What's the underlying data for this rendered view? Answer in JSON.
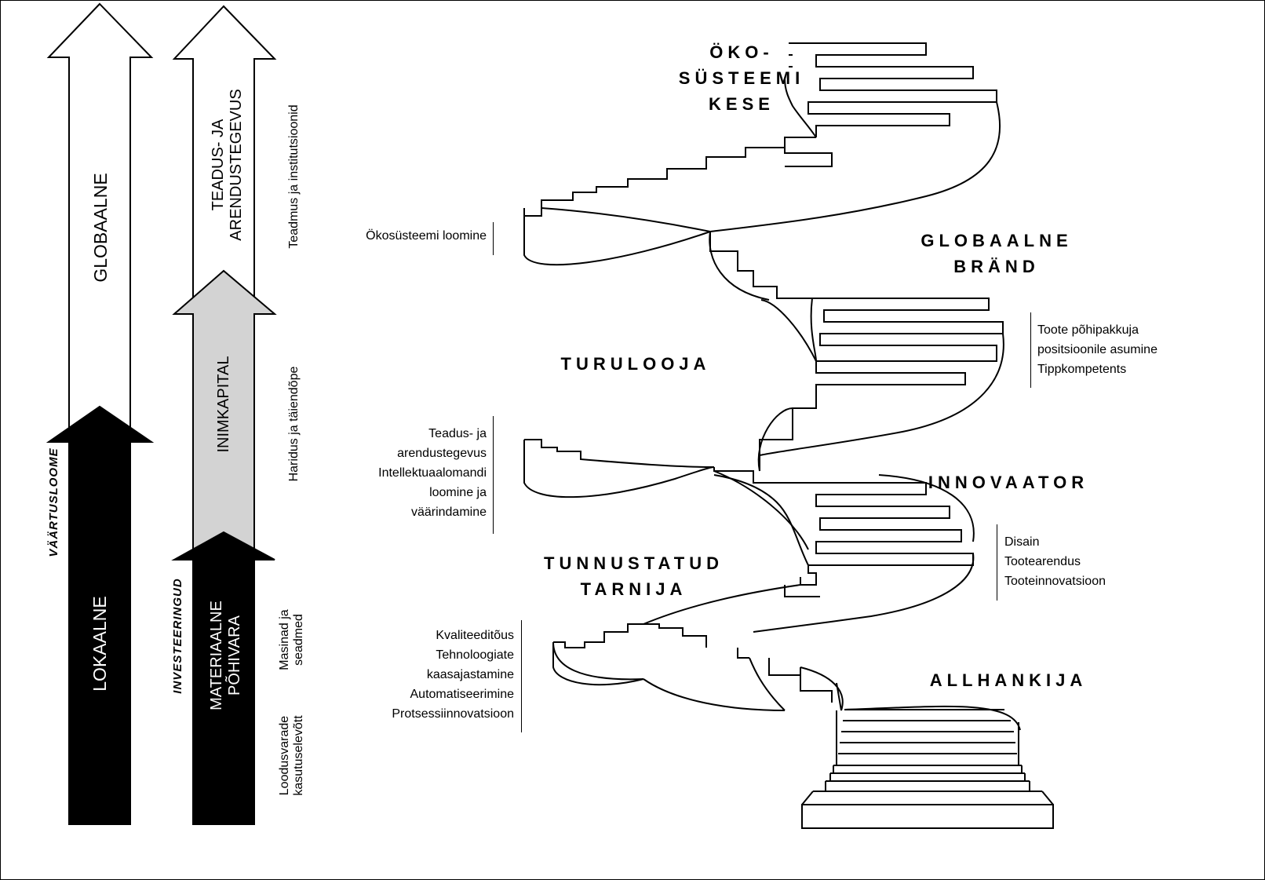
{
  "arrows": {
    "globaalne": "GLOBAALNE",
    "lokaalne": "LOKAALNE",
    "teadus": "TEADUS- JA\nARENDUSTEGEVUS",
    "inimkapital": "INIMKAPITAL",
    "materiaalne": "MATERIAALNE\nPÕHIVARA"
  },
  "side_labels": {
    "vaartusloome": "VÄÄRTUSLOOME",
    "investeeringud": "INVESTEERINGUD",
    "teadmus": "Teadmus ja institutsioonid",
    "haridus": "Haridus ja täiendõpe",
    "masinad": "Masinad ja\nseadmed",
    "loodusvarade": "Loodusvarade\nkasutuselevõtt"
  },
  "stages": {
    "oko": "ÖKO-\nSÜSTEEMI\nKESE",
    "globaalne_brand": "GLOBAALNE\nBRÄND",
    "turulooja": "TURULOOJA",
    "innovaator": "INNOVAATOR",
    "tunnustatud": "TUNNUSTATUD\nTARNIJA",
    "allhankija": "ALLHANKIJA"
  },
  "notes": {
    "okosusteem": "Ökosüsteemi loomine",
    "toote": "Toote põhipakkuja\npositsioonile asumine\nTippkompetents",
    "teadus_int": "Teadus- ja\narendustegevus\nIntellektuaalomandi\nloomine ja\nväärindamine",
    "disain": "Disain\nTootearendus\nTooteinnovatsioon",
    "kvaliteet": "Kvaliteeditõus\nTehnoloogiate\nkaasajastamine\nAutomatiseerimine\nProtsessiinnovatsioon"
  }
}
